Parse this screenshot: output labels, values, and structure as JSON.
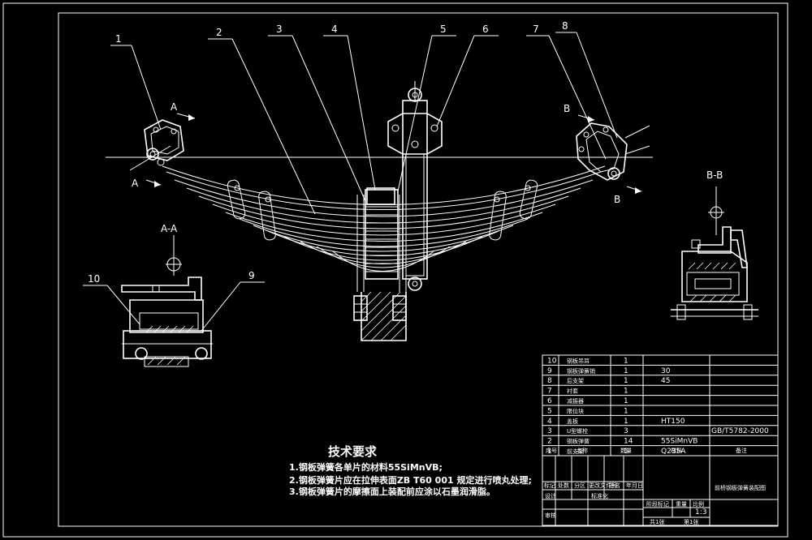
{
  "callouts": [
    "1",
    "2",
    "3",
    "4",
    "5",
    "6",
    "7",
    "8",
    "9",
    "10"
  ],
  "section_marks": {
    "a": "A",
    "b": "B",
    "view_aa": "A-A",
    "view_bb": "B-B"
  },
  "requirements": {
    "title": "技术要求",
    "lines": [
      "1.钢板弹簧各单片的材料55SiMnVB;",
      "2.钢板弹簧片应在拉伸表面ZB T60 001 规定进行喷丸处理;",
      "3.钢板弹簧片的摩擦面上装配前应涂以石墨润滑脂。"
    ]
  },
  "parts_table": {
    "rows": [
      {
        "no": "10",
        "name": "钢板吊耳",
        "qty": "1",
        "material": "",
        "note": ""
      },
      {
        "no": "9",
        "name": "钢板弹簧销",
        "qty": "1",
        "material": "30",
        "note": ""
      },
      {
        "no": "8",
        "name": "后支架",
        "qty": "1",
        "material": "45",
        "note": ""
      },
      {
        "no": "7",
        "name": "衬套",
        "qty": "1",
        "material": "",
        "note": ""
      },
      {
        "no": "6",
        "name": "减振器",
        "qty": "1",
        "material": "",
        "note": ""
      },
      {
        "no": "5",
        "name": "限位块",
        "qty": "1",
        "material": "",
        "note": ""
      },
      {
        "no": "4",
        "name": "盖板",
        "qty": "1",
        "material": "HT150",
        "note": ""
      },
      {
        "no": "3",
        "name": "U型螺栓",
        "qty": "3",
        "material": "",
        "note": "GB/T5782-2000"
      },
      {
        "no": "2",
        "name": "钢板弹簧",
        "qty": "14",
        "material": "55SiMnVB",
        "note": ""
      },
      {
        "no": "1",
        "name": "前支架",
        "qty": "1",
        "material": "Q235A",
        "note": ""
      }
    ],
    "header": {
      "no": "序号",
      "name": "名称",
      "qty": "数量",
      "material": "材料",
      "note": "备注"
    }
  },
  "title_block": {
    "drawing_title": "前桥钢板弹簧装配图",
    "scale": "1:3",
    "sheet_total": "共1张",
    "sheet_no": "第1张",
    "row_labels": [
      "标记",
      "处数",
      "分区",
      "更改文件号",
      "签名",
      "年月日"
    ],
    "design": "设计",
    "standardize": "标准化",
    "approve": "审核",
    "stage_mark": "阶段标记",
    "weight": "重量",
    "scale_label": "比例"
  }
}
